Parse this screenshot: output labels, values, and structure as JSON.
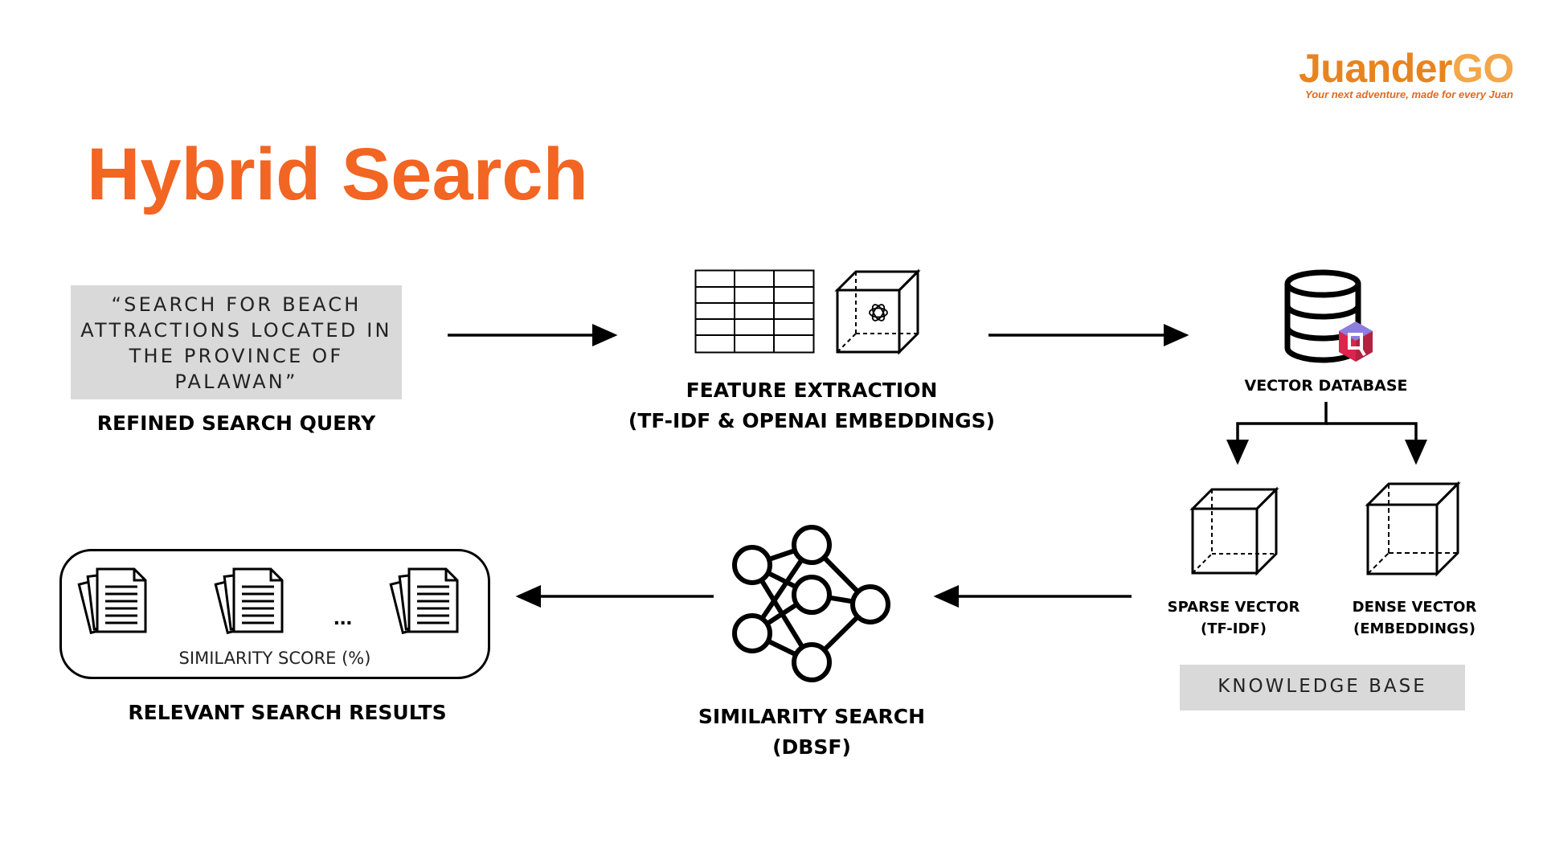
{
  "brand": {
    "logo_name": "JuanderGO",
    "logo_word_main": "Juander",
    "logo_word_go": "GO",
    "tagline": "Your next adventure, made for every Juan",
    "color": "#e8841f"
  },
  "title": "Hybrid Search",
  "title_color": "#f26522",
  "query": {
    "text": "“SEARCH FOR BEACH ATTRACTIONS LOCATED IN THE PROVINCE OF PALAWAN”",
    "label": "REFINED SEARCH QUERY"
  },
  "feature_extraction": {
    "label_line1": "FEATURE EXTRACTION",
    "label_line2": "(TF-IDF & OPENAI EMBEDDINGS)"
  },
  "vector_database": {
    "label": "VECTOR DATABASE"
  },
  "sparse_vector": {
    "label_line1": "SPARSE VECTOR",
    "label_line2": "(TF-IDF)"
  },
  "dense_vector": {
    "label_line1": "DENSE VECTOR",
    "label_line2": "(EMBEDDINGS)"
  },
  "knowledge_base": {
    "label": "KNOWLEDGE BASE"
  },
  "similarity_search": {
    "label_line1": "SIMILARITY SEARCH",
    "label_line2": "(DBSF)"
  },
  "results": {
    "ellipsis": "...",
    "score_label": "SIMILARITY SCORE (%)",
    "label": "RELEVANT SEARCH RESULTS"
  },
  "icons": [
    "table-icon",
    "cube-icon",
    "openai-icon",
    "database-icon",
    "qdrant-icon",
    "neural-network-icon",
    "document-stack-icon"
  ]
}
